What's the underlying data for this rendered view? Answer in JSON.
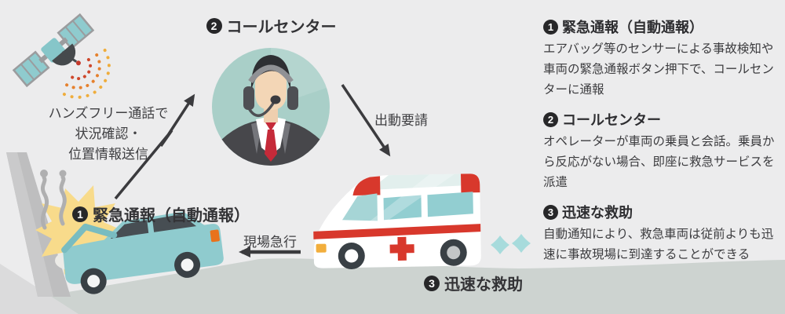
{
  "flow": {
    "step1": {
      "num": "1",
      "title": "緊急通報（自動通報）"
    },
    "step2": {
      "num": "2",
      "title": "コールセンター"
    },
    "step3": {
      "num": "3",
      "title": "迅速な救助"
    },
    "handsfree": {
      "lines": [
        "ハンズフリー通話で",
        "状況確認・",
        "位置情報送信"
      ]
    },
    "dispatch_label": "出動要請",
    "rush_label": "現場急行"
  },
  "panel": {
    "sections": [
      {
        "num": "1",
        "title": "緊急通報（自動通報）",
        "body": "エアバッグ等のセンサーによる事故検知や車両の緊急通報ボタン押下で、コールセンターに通報"
      },
      {
        "num": "2",
        "title": "コールセンター",
        "body": "オペレーターが車両の乗員と会話。乗員から反応がない場合、即座に救急サービスを派遣"
      },
      {
        "num": "3",
        "title": "迅速な救助",
        "body": "自動通知により、救急車両は従前よりも迅速に事故現場に到達することができる"
      }
    ]
  },
  "icons": {
    "satellite": "satellite-icon",
    "radio_waves": "radio-waves-icon",
    "operator": "call-center-operator-avatar",
    "crashed_car": "crashed-car-illustration",
    "ambulance": "ambulance-illustration",
    "arrow_up": "arrow-to-call-center",
    "arrow_down": "arrow-dispatch",
    "arrow_left": "arrow-rush-to-scene"
  },
  "colors": {
    "background": "#ECECED",
    "ground": "#CDD3D0",
    "teal_vehicle": "#8FCBCE",
    "ambulance_red": "#D8382C",
    "tie_red": "#C52A39",
    "starburst_yellow": "#F8DB8B",
    "headlight_yellow": "#F2AE3C",
    "arrow_dark": "#3B3B3E",
    "avatar_circle": "#A9CFC8",
    "text": "#3A3A3C"
  }
}
